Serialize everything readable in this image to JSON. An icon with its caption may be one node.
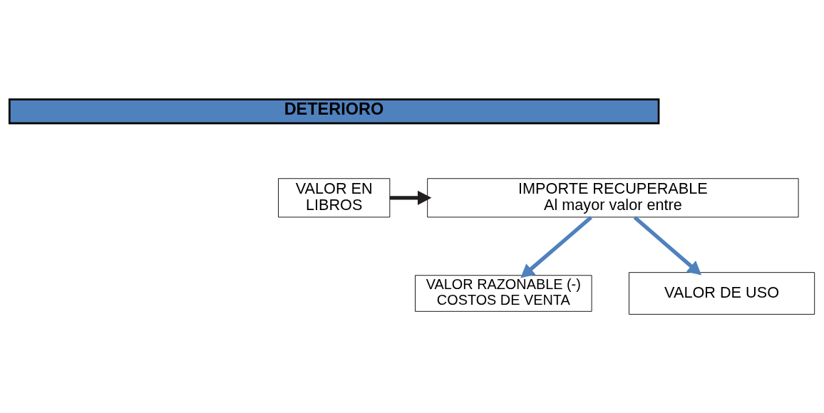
{
  "diagram": {
    "nodes": [
      {
        "text": [
          "DETERIORO"
        ]
      },
      {
        "text": [
          "VALOR EN LIBROS"
        ]
      },
      {
        "text": [
          "IMPORTE RECUPERABLE",
          "Al mayor valor entre"
        ]
      },
      {
        "text": [
          "VALOR RAZONABLE (-) COSTOS DE VENTA"
        ]
      },
      {
        "text": [
          "VALOR DE USO"
        ]
      }
    ],
    "edges": [
      {
        "from": 1,
        "to": 2,
        "arrow": "to",
        "color": "#231f20"
      },
      {
        "from": 2,
        "to": 3,
        "arrow": "to"
      },
      {
        "from": 2,
        "to": 4,
        "arrow": "to"
      }
    ]
  }
}
